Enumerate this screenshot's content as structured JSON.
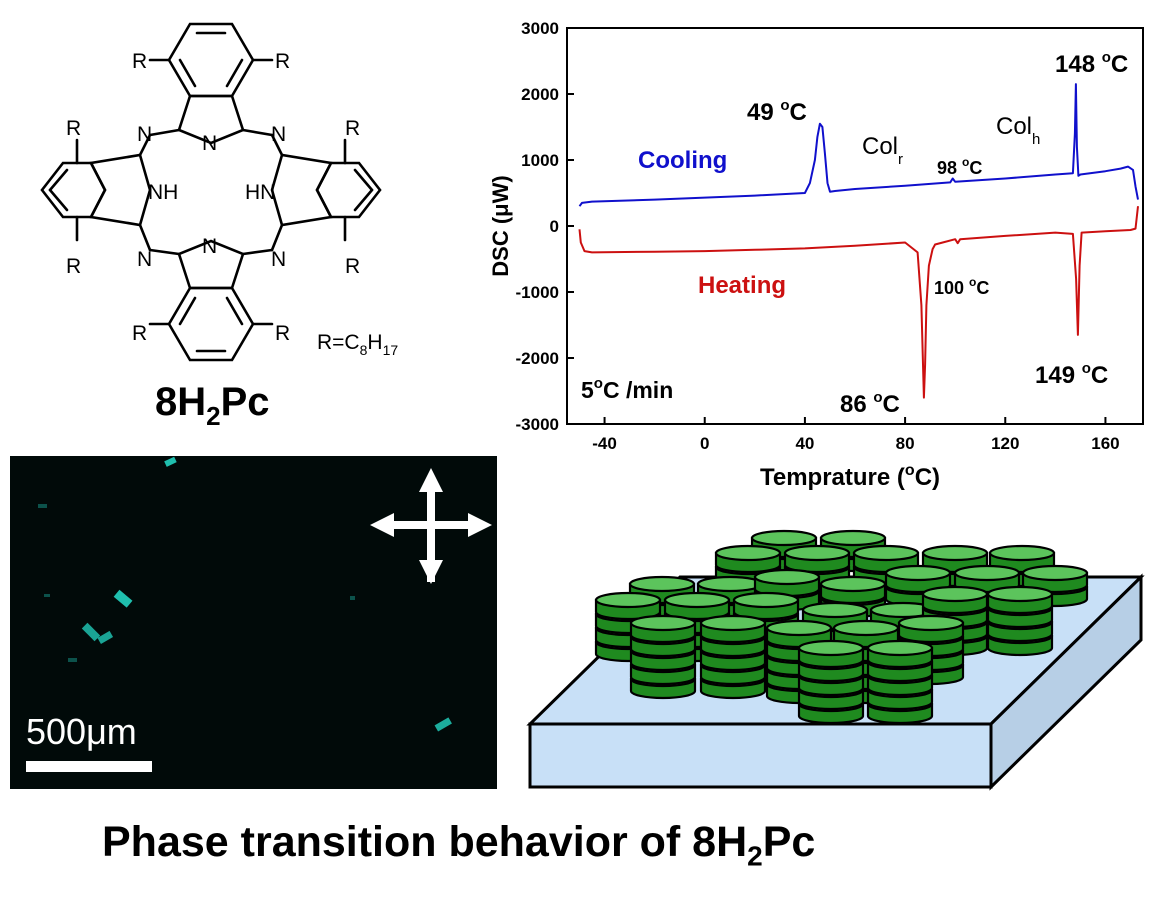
{
  "molecule": {
    "r_label": "R",
    "nh_label": "NH",
    "hn_label": "HN",
    "n_label": "N",
    "r_def": "R=C",
    "r_def_c_sub": "8",
    "r_def_h": "H",
    "r_def_h_sub": "17",
    "name_main": "8H",
    "name_sub": "2",
    "name_tail": "Pc"
  },
  "chart_data": {
    "type": "line",
    "xlabel": "Temprature (",
    "xlabel_sup": "o",
    "xlabel_tail": "C)",
    "ylabel": "DSC (μW)",
    "xlim": [
      -55,
      175
    ],
    "ylim": [
      -3000,
      3000
    ],
    "xticks": [
      "-40",
      "0",
      "40",
      "80",
      "120",
      "160"
    ],
    "xtick_values": [
      -40,
      0,
      40,
      80,
      120,
      160
    ],
    "yticks": [
      "3000",
      "2000",
      "1000",
      "0",
      "-1000",
      "-2000",
      "-3000"
    ],
    "ytick_values": [
      3000,
      2000,
      1000,
      0,
      -1000,
      -2000,
      -3000
    ],
    "series": [
      {
        "name": "Cooling",
        "color": "#1010cc",
        "x": [
          -50,
          -49,
          -45,
          -20,
          0,
          20,
          40,
          42,
          44,
          45,
          46,
          47,
          48,
          49,
          50,
          52,
          60,
          80,
          98,
          99,
          100,
          120,
          140,
          147,
          147.8,
          148.2,
          148.6,
          149.2,
          150,
          160,
          166,
          169,
          171,
          172,
          173
        ],
        "y": [
          300,
          350,
          370,
          400,
          430,
          460,
          500,
          650,
          1000,
          1350,
          1550,
          1500,
          1100,
          650,
          520,
          530,
          560,
          610,
          660,
          720,
          670,
          720,
          780,
          800,
          1400,
          2150,
          1200,
          760,
          780,
          830,
          870,
          900,
          850,
          600,
          400
        ]
      },
      {
        "name": "Heating",
        "color": "#cc1010",
        "x": [
          -50,
          -49.5,
          -48,
          -45,
          -20,
          0,
          20,
          40,
          60,
          80,
          85,
          86.5,
          87.5,
          88,
          88.5,
          89.5,
          91,
          92,
          95,
          100,
          101,
          102,
          120,
          140,
          147,
          148.3,
          149,
          149.7,
          150.5,
          160,
          170,
          172,
          173
        ],
        "y": [
          -50,
          -250,
          -380,
          -400,
          -390,
          -380,
          -360,
          -340,
          -300,
          -250,
          -400,
          -1200,
          -2600,
          -2100,
          -1200,
          -600,
          -350,
          -280,
          -250,
          -200,
          -260,
          -200,
          -150,
          -100,
          -120,
          -800,
          -1650,
          -600,
          -100,
          -80,
          -60,
          -40,
          300
        ]
      }
    ],
    "annotations": [
      {
        "text": "49 °C",
        "main": "49 ",
        "sup": "o",
        "tail": "C",
        "size": "large"
      },
      {
        "text": "148 °C",
        "main": "148 ",
        "sup": "o",
        "tail": "C",
        "size": "large"
      },
      {
        "text": "98 °C",
        "main": "98 ",
        "sup": "o",
        "tail": "C",
        "size": "small"
      },
      {
        "text": "100 °C",
        "main": "100 ",
        "sup": "o",
        "tail": "C",
        "size": "small"
      },
      {
        "text": "86 °C",
        "main": "86 ",
        "sup": "o",
        "tail": "C",
        "size": "large"
      },
      {
        "text": "149 °C",
        "main": "149 ",
        "sup": "o",
        "tail": "C",
        "size": "large"
      },
      {
        "text": "5°C /min",
        "main": "5",
        "sup": "o",
        "tail": "C /min",
        "size": "large"
      }
    ],
    "phase_labels": [
      {
        "main": "Col",
        "sub": "r"
      },
      {
        "main": "Col",
        "sub": "h"
      }
    ],
    "series_labels": [
      "Cooling",
      "Heating"
    ]
  },
  "micrograph": {
    "scale_label": "500μm"
  },
  "colors": {
    "cooling": "#1010cc",
    "heating": "#cc1010",
    "disc_green": "#1f8a1f",
    "disc_light": "#5cc45c",
    "substrate": "#c8e0f7",
    "micro_bg": "#010a09",
    "crystal": "#1fbfae"
  },
  "footer": {
    "title_main": "Phase transition behavior of 8H",
    "title_sub": "2",
    "title_tail": "Pc"
  }
}
